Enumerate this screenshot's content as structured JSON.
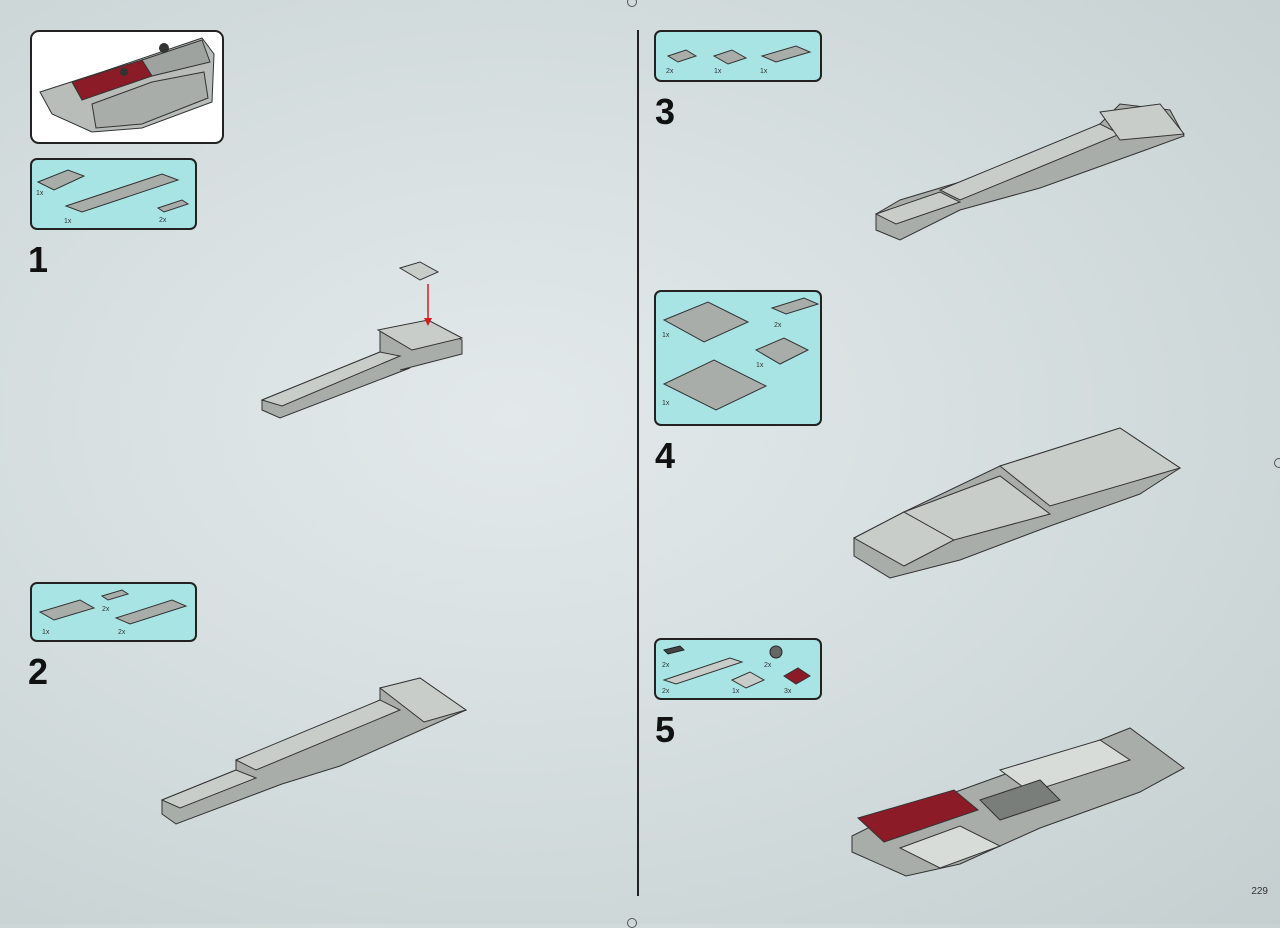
{
  "page": {
    "number": "229"
  },
  "steps": [
    {
      "number": "1",
      "parts": [
        "1x",
        "1x",
        "2x"
      ]
    },
    {
      "number": "2",
      "parts": [
        "2x",
        "1x",
        "2x"
      ]
    },
    {
      "number": "3",
      "parts": [
        "2x",
        "1x",
        "1x"
      ]
    },
    {
      "number": "4",
      "parts": [
        "1x",
        "2x",
        "1x",
        "1x"
      ]
    },
    {
      "number": "5",
      "parts": [
        "2x",
        "2x",
        "2x",
        "1x",
        "3x"
      ]
    }
  ],
  "colors": {
    "callout_bg": "#a9e4e4",
    "plate_gray": "#a8ada9",
    "dark_red": "#8c1b28",
    "arrow_red": "#d21e1e"
  }
}
